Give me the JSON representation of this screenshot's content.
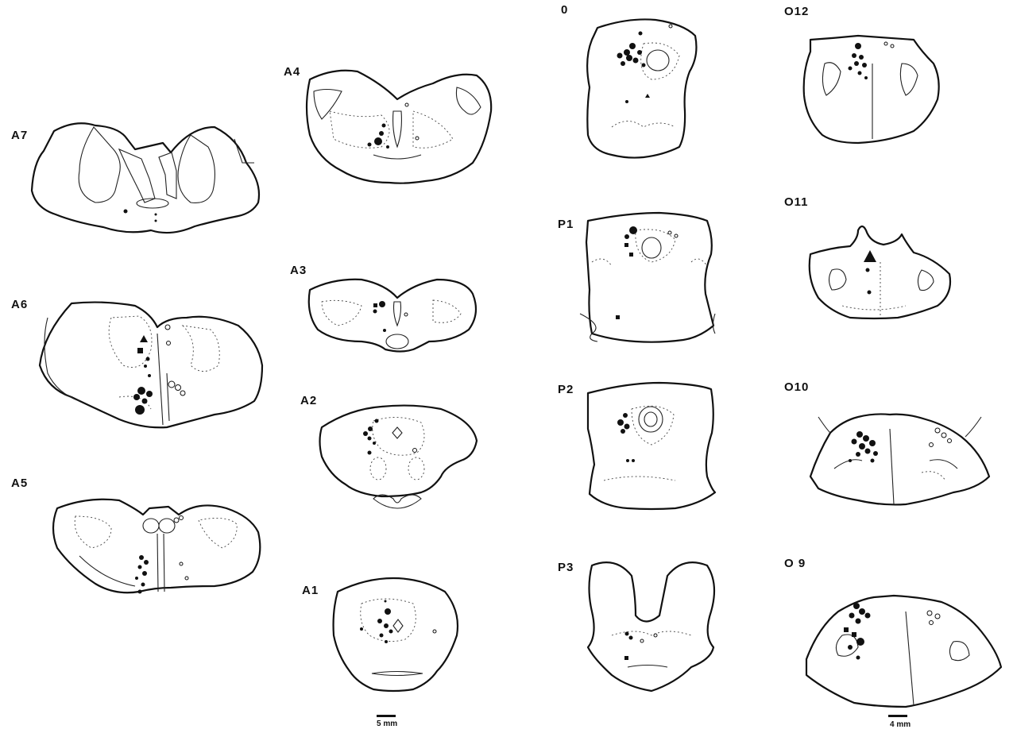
{
  "sections": [
    {
      "id": "A7",
      "label": "A7"
    },
    {
      "id": "A6",
      "label": "A6"
    },
    {
      "id": "A5",
      "label": "A5"
    },
    {
      "id": "A4",
      "label": "A4"
    },
    {
      "id": "A3",
      "label": "A3"
    },
    {
      "id": "A2",
      "label": "A2"
    },
    {
      "id": "A1",
      "label": "A1"
    },
    {
      "id": "0",
      "label": "0"
    },
    {
      "id": "P1",
      "label": "P1"
    },
    {
      "id": "P2",
      "label": "P2"
    },
    {
      "id": "P3",
      "label": "P3"
    },
    {
      "id": "O12",
      "label": "O12"
    },
    {
      "id": "O11",
      "label": "O11"
    },
    {
      "id": "O10",
      "label": "O10"
    },
    {
      "id": "O9",
      "label": "O 9"
    }
  ],
  "scale_bars": [
    {
      "id": "scale-left",
      "label": "5 mm"
    },
    {
      "id": "scale-right",
      "label": "4 mm"
    }
  ],
  "colors": {
    "ink": "#111111",
    "background": "#ffffff"
  }
}
